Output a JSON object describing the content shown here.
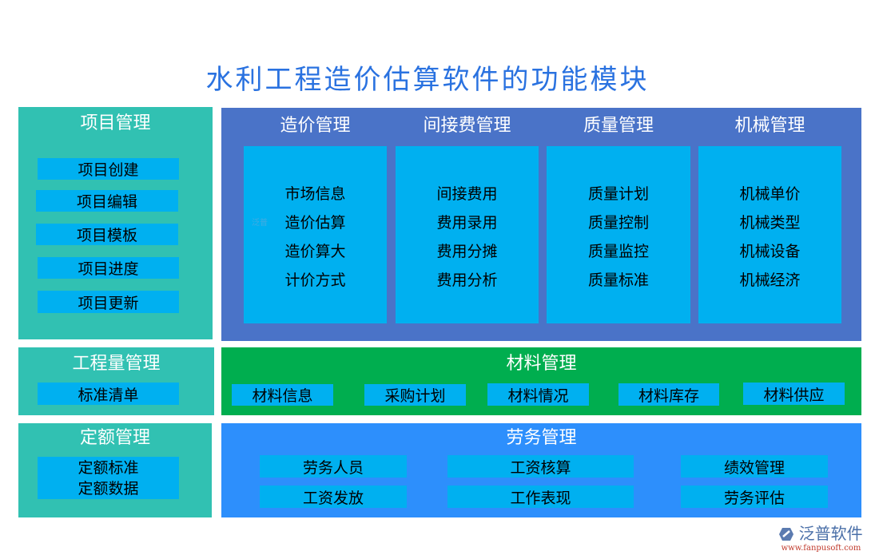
{
  "title": "水利工程造价估算软件的功能模块",
  "colors": {
    "title": "#2a72e0",
    "left_panel": "#31c1b2",
    "top_panel": "#4a73c8",
    "material_panel": "#00ae4f",
    "labor_panel": "#2d8ffc",
    "item_box": "#00b0f0"
  },
  "project_mgmt": {
    "header": "项目管理",
    "items": [
      "项目创建",
      "项目编辑",
      "项目模板",
      "项目进度",
      "项目更新"
    ]
  },
  "quantity_mgmt": {
    "header": "工程量管理",
    "items": [
      "标准清单"
    ]
  },
  "quota_mgmt": {
    "header": "定额管理",
    "items": [
      "定额标准",
      "定额数据"
    ]
  },
  "top_modules": [
    {
      "header": "造价管理",
      "items": [
        "市场信息",
        "造价估算",
        "造价算大",
        "计价方式"
      ]
    },
    {
      "header": "间接费管理",
      "items": [
        "间接费用",
        "费用录用",
        "费用分摊",
        "费用分析"
      ]
    },
    {
      "header": "质量管理",
      "items": [
        "质量计划",
        "质量控制",
        "质量监控",
        "质量标准"
      ]
    },
    {
      "header": "机械管理",
      "items": [
        "机械单价",
        "机械类型",
        "机械设备",
        "机械经济"
      ]
    }
  ],
  "material_mgmt": {
    "header": "材料管理",
    "items": [
      "材料信息",
      "采购计划",
      "材料情况",
      "材料库存",
      "材料供应"
    ]
  },
  "labor_mgmt": {
    "header": "劳务管理",
    "items": [
      "劳务人员",
      "工资核算",
      "绩效管理",
      "工资发放",
      "工作表现",
      "劳务评估"
    ]
  },
  "logo": {
    "icon": "fanpu-logo-icon",
    "name": "泛普软件",
    "url": "www.fanpusoft.com"
  },
  "watermark": "泛普"
}
